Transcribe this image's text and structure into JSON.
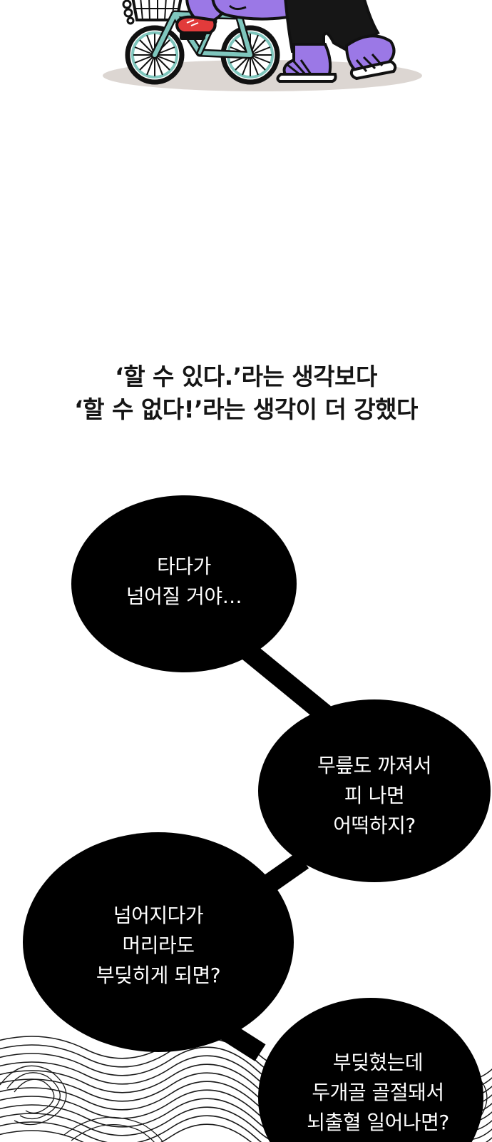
{
  "caption": {
    "line1": "‘할 수 있다.’라는 생각보다",
    "line2": "‘할 수 없다!’라는 생각이 더 강했다"
  },
  "bubbles": [
    {
      "lines": [
        "타다가",
        "넘어질 거야…"
      ]
    },
    {
      "lines": [
        "무릎도 까져서",
        "피 나면",
        "어떡하지?"
      ]
    },
    {
      "lines": [
        "넘어지다가",
        "머리라도",
        "부딪히게 되면?"
      ]
    },
    {
      "lines": [
        "부딪혔는데",
        "두개골 골절돼서",
        "뇌출혈 일어나면?"
      ]
    }
  ],
  "colors": {
    "background": "#ffffff",
    "bubble": "#000000",
    "bubble_text": "#ffffff",
    "character_purple": "#9b78e6",
    "bicycle_teal": "#7fc6bd",
    "shadow": "#dcd6d2"
  }
}
